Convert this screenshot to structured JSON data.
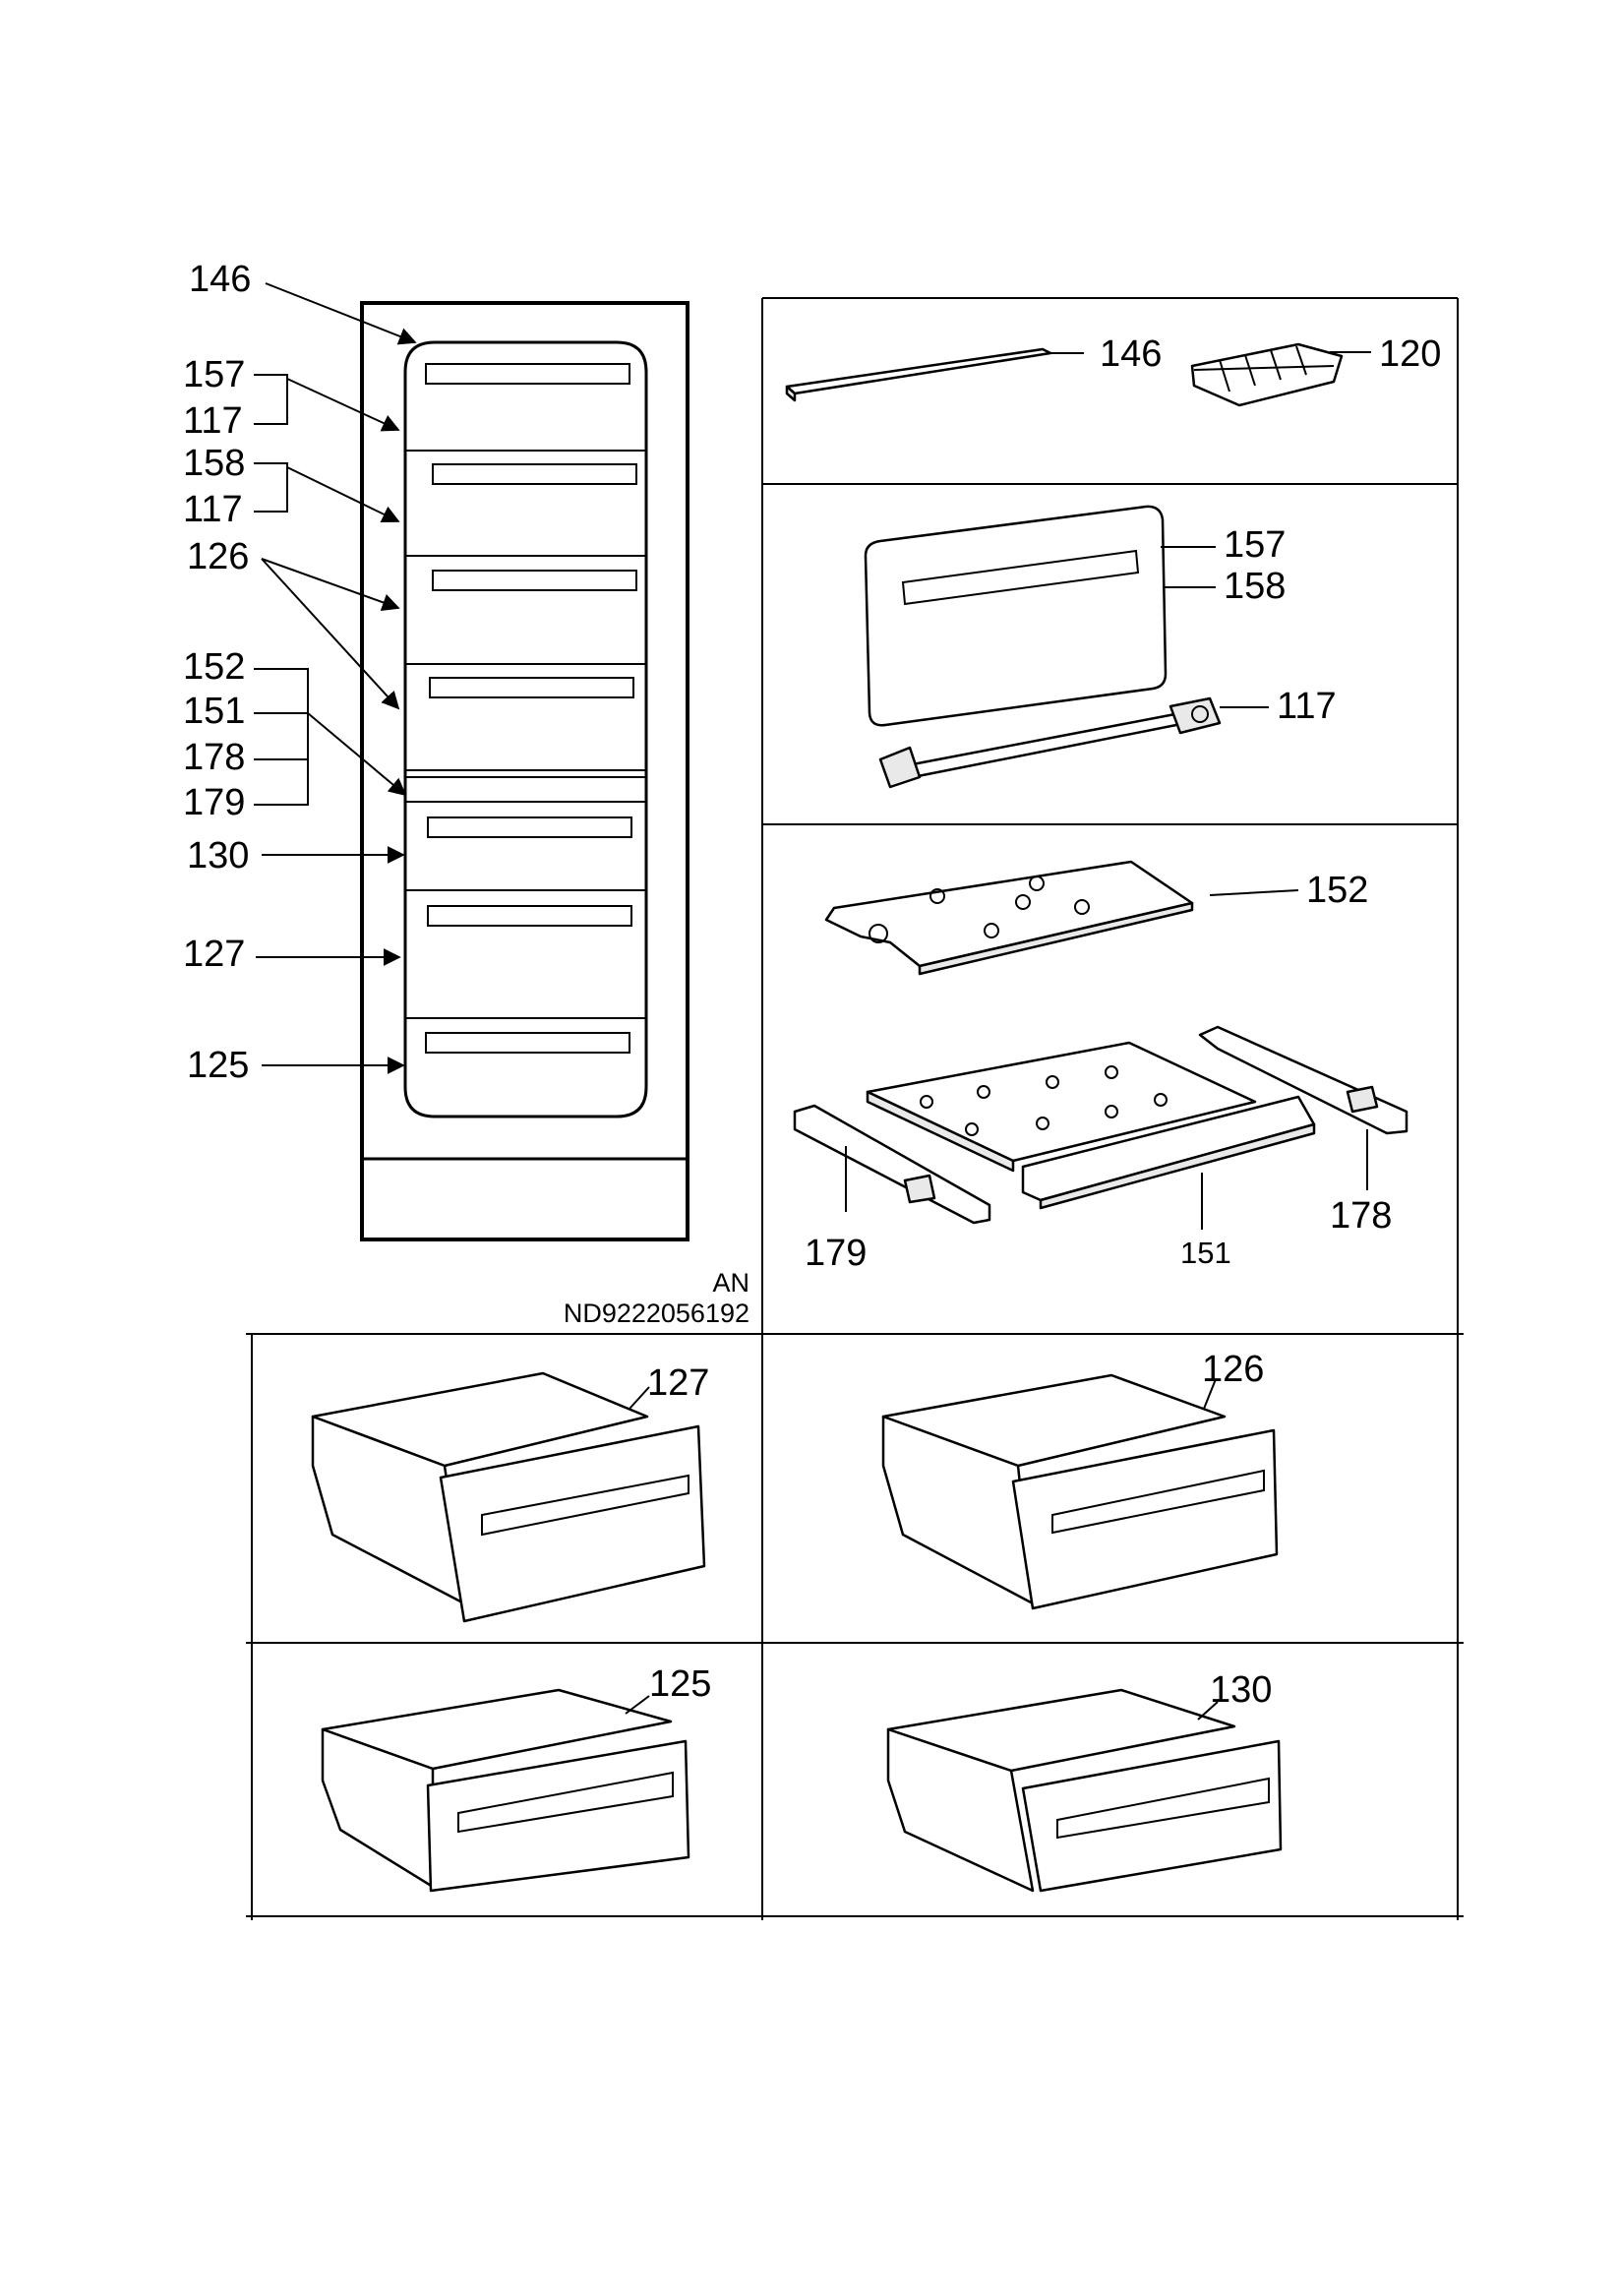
{
  "overview_labels": {
    "l146": "146",
    "l157": "157",
    "l117a": "117",
    "l158": "158",
    "l117b": "117",
    "l126": "126",
    "l152": "152",
    "l151": "151",
    "l178": "178",
    "l179": "179",
    "l130": "130",
    "l127": "127",
    "l125": "125"
  },
  "drawing_code": {
    "line1": "AN",
    "line2": "ND9222056192"
  },
  "parts_labels": {
    "p146": "146",
    "p120": "120",
    "p157": "157",
    "p158": "158",
    "p117": "117",
    "p152": "152",
    "p179": "179",
    "p151": "151",
    "p178": "178",
    "p127": "127",
    "p126": "126",
    "p125": "125",
    "p130": "130"
  }
}
